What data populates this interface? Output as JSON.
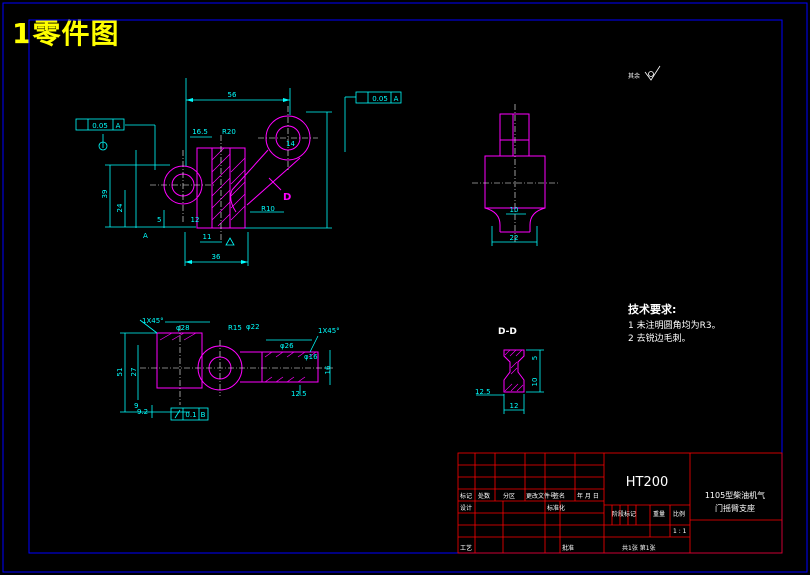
{
  "title": "1零件图",
  "colors": {
    "background": "#000000",
    "frame": "#0000ff",
    "part_line": "#ff00ff",
    "dimension": "#00ffff",
    "table_line": "#ff0000",
    "text_white": "#ffffff",
    "title": "#ffff00"
  },
  "top_view": {
    "dim_overall_top": "56",
    "dim_left_small": "16.5",
    "dim_radius": "R20",
    "dim_right_height": "14",
    "dim_height_39": "39",
    "dim_height_24": "24",
    "dim_bottom_36": "36",
    "dim_bottom_11": "11",
    "dim_bottom_12": "12",
    "dim_r10": "R10",
    "dim_a": "A",
    "dim_5": "5",
    "section_mark": "D",
    "tol_left": "0.05",
    "tol_left_datum": "A",
    "tol_right": "0.05",
    "tol_right_datum": "A"
  },
  "surface_note": "其余",
  "side_view": {
    "dim_width": "22",
    "dim_inner": "10"
  },
  "front_view": {
    "dim_chamfer_left": "1X45°",
    "dim_diam_left": "φ28",
    "dim_r15": "R15",
    "dim_diam_22": "φ22",
    "dim_chamfer_right": "1X45°",
    "dim_diam_26": "φ26",
    "dim_diam_16": "φ16",
    "dim_right_h": "16",
    "dim_height_27": "27",
    "dim_height_51": "51",
    "dim_left_9": "9",
    "dim_9_2": "9.2",
    "dim_right_12_5": "12.5",
    "tol_bottom": "0.1",
    "tol_bottom_datum": "B"
  },
  "section_view": {
    "label": "D-D",
    "dim_left": "12.5",
    "dim_bottom": "12",
    "dim_right_top": "5",
    "dim_right_bottom": "10"
  },
  "tech_req": {
    "heading": "技术要求:",
    "items": [
      "1 未注明圆角均为R3。",
      "2 去锐边毛刺。"
    ]
  },
  "title_block": {
    "material": "HT200",
    "part_name_line1": "1105型柴油机气",
    "part_name_line2": "门摇臂支座",
    "label_mark": "标记",
    "label_count": "处数",
    "label_zone": "分区",
    "label_doc": "更改文件号",
    "label_sign": "签名",
    "label_date": "年 月 日",
    "label_design": "设计",
    "label_std": "标准化",
    "label_stage": "阶段标记",
    "label_weight": "重量",
    "label_scale": "比例",
    "scale_value": "1 : 1",
    "label_process": "工艺",
    "label_approve": "批准",
    "sheets": "共1张  第1张"
  }
}
